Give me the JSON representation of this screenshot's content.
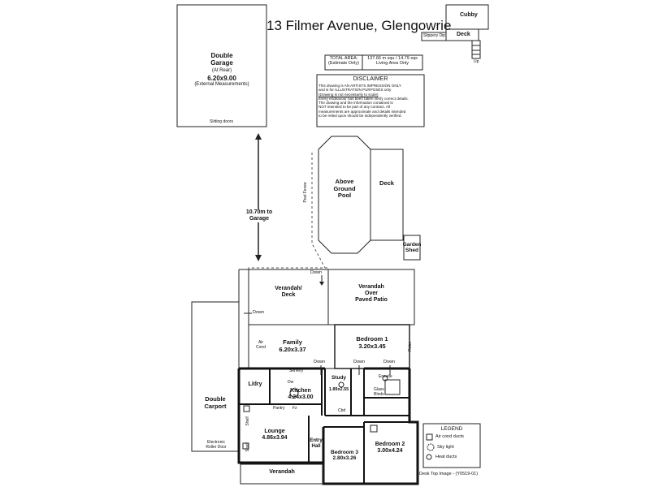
{
  "title": "13 Filmer Avenue, Glengowrie",
  "area": {
    "label": "TOTAL AREA:",
    "sub": "(Estimate Only)",
    "value": "137.66 m squ  /  14.79 sqs",
    "note": "Living Area Only"
  },
  "disclaimer": {
    "heading": "DISCLAIMER",
    "lines": [
      "This drawing is AN ARTISTS IMPRESSION ONLY",
      "and is for ILLUSTRATION PURPOSES only",
      "(Drawing is not necessarily to scale)",
      "Every endeavour has been taken verify correct details.",
      "The drawing and the information contained is",
      "NOT intended to be part of any contract.  All",
      "measurements are approximate and details intended",
      "to be relied upon should be independently verified."
    ]
  },
  "garage": {
    "name1": "Double",
    "name2": "Garage",
    "sub": "(At Rear)",
    "dims": "6.20x9.00",
    "note": "(External Measurements)",
    "doors": "Sliding doors"
  },
  "distance": {
    "line1": "10.70m to",
    "line2": "Garage"
  },
  "cubby": {
    "cubby": "Cubby",
    "deck": "Deck",
    "slide": "Slippery Dip",
    "up": "Up"
  },
  "pool": {
    "line1": "Above",
    "line2": "Ground",
    "line3": "Pool",
    "deck": "Deck",
    "fence": "Pool Fence"
  },
  "shed": {
    "line1": "Garden",
    "line2": "Shed"
  },
  "rooms": {
    "verandah_deck": {
      "l1": "Verandah/",
      "l2": "Deck"
    },
    "verandah_over": {
      "l1": "Verandah",
      "l2": "Over",
      "l3": "Paved Patio"
    },
    "family": {
      "name": "Family",
      "dims": "6.20x3.37"
    },
    "bed1": {
      "name": "Bedroom 1",
      "dims": "3.20x3.45"
    },
    "laundry": {
      "name": "L/dry"
    },
    "kitchen": {
      "name": "Kitchen",
      "dims": "4.24x3.00"
    },
    "study": {
      "name": "Study",
      "dims": "1.89x2.55"
    },
    "lounge": {
      "name": "Lounge",
      "dims": "4.86x3.94"
    },
    "entry": {
      "l1": "Entry",
      "l2": "Hall"
    },
    "bed3": {
      "name": "Bedroom 3",
      "dims": "2.80x3.26"
    },
    "bed2": {
      "name": "Bedroom 2",
      "dims": "3.00x4.24"
    },
    "carport": {
      "l1": "Double",
      "l2": "Carport"
    },
    "verandah_front": {
      "name": "Verandah"
    }
  },
  "small_labels": {
    "down1": "Down",
    "down2": "Down",
    "down3": "Down",
    "down4": "Down",
    "down5": "Down",
    "down6": "Down",
    "aircond": "Air Cond",
    "servery": "Servery",
    "dw": "Dw",
    "pantry": "Pantry",
    "fz": "Fz",
    "cbd": "Cbd",
    "ensuite": "Ensuite",
    "glass": "Glass",
    "blnds": "Blnds",
    "robe": "Robe",
    "shelf1": "Shelf",
    "shelf2": "Shelf",
    "roller1": "Electronic",
    "roller2": "Roller Door"
  },
  "legend": {
    "title": "LEGEND",
    "items": [
      "Air cond ducts",
      "Sky light",
      "Heat ducts"
    ]
  },
  "footer": "Desk Top Image - (Y0519-01)"
}
